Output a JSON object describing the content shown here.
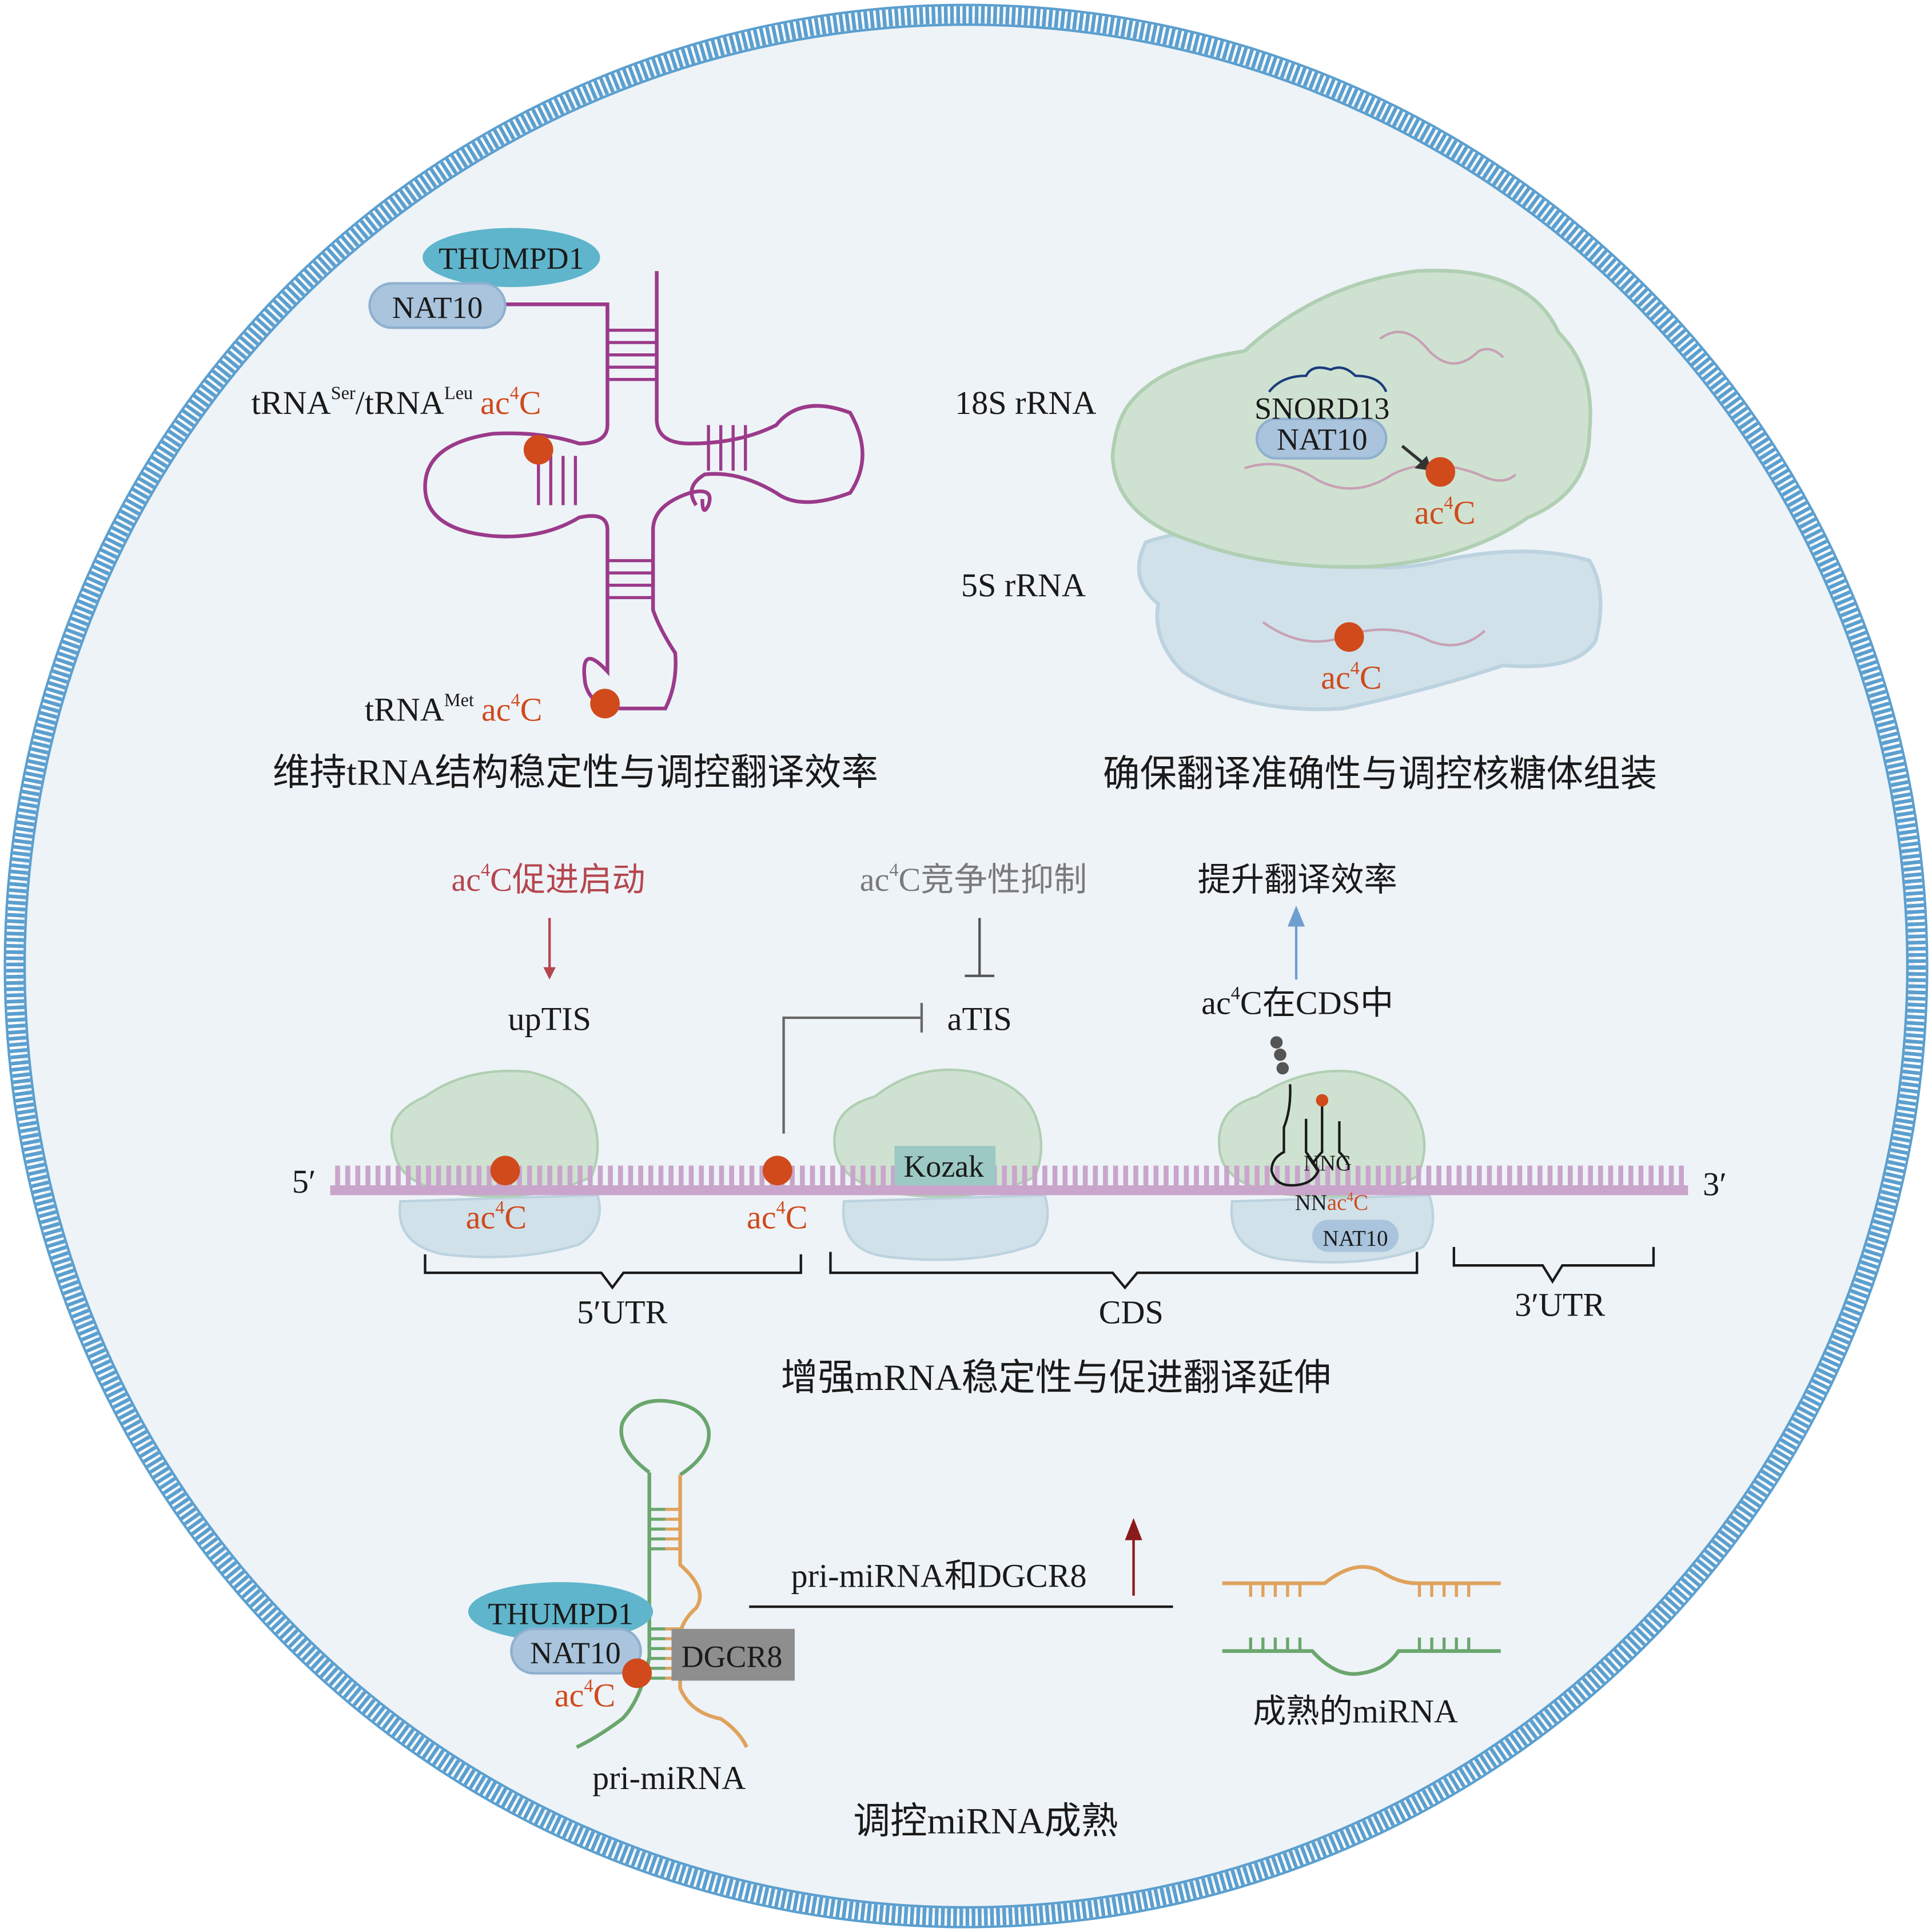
{
  "colors": {
    "background": "#eef3f7",
    "border": "#5b9fcf",
    "trna": "#9b3a8a",
    "ac4c": "#d04a1c",
    "mrna": "#c9a5cc",
    "ribosome_large": "#cfe2d1",
    "ribosome_small": "#d0e1ea",
    "mirna_green": "#6aa66d",
    "mirna_orange": "#dfa25c",
    "promote": "#b5464e",
    "inhibit": "#7a7a7a",
    "increase": "#6f9fd0",
    "dgcr8_box": "#8e8e8e"
  },
  "ac4c": {
    "pre": "ac",
    "sup": "4",
    "post": "C"
  },
  "trna_panel": {
    "thumpd1": "THUMPD1",
    "nat10": "NAT10",
    "trna_a": "tRNA",
    "sup_ser": "Ser",
    "trna_b": "/tRNA",
    "sup_leu": "Leu",
    "trna_met": "tRNA",
    "sup_met": "Met",
    "caption": "维持tRNA结构稳定性与调控翻译效率"
  },
  "rrna_panel": {
    "label_18s": "18S rRNA",
    "label_5s": "5S rRNA",
    "snord13": "SNORD13",
    "nat10": "NAT10",
    "caption": "确保翻译准确性与调控核糖体组装"
  },
  "mrna_panel": {
    "promote_post": "C促进启动",
    "inhibit_post": "C竞争性抑制",
    "increase": "提升翻译效率",
    "uptis": "upTIS",
    "atis": "aTIS",
    "in_cds_post": "C在CDS中",
    "five_prime": "5′",
    "three_prime": "3′",
    "kozak": "Kozak",
    "nng": "NNG",
    "nn": "NN",
    "nat10": "NAT10",
    "utr5": "5′UTR",
    "cds": "CDS",
    "utr3": "3′UTR",
    "caption": "增强mRNA稳定性与促进翻译延伸"
  },
  "mirna_panel": {
    "thumpd1": "THUMPD1",
    "nat10": "NAT10",
    "dgcr8": "DGCR8",
    "pri_mirna": "pri-miRNA",
    "increase_label": "pri-miRNA和DGCR8",
    "mature": "成熟的miRNA",
    "caption": "调控miRNA成熟"
  }
}
